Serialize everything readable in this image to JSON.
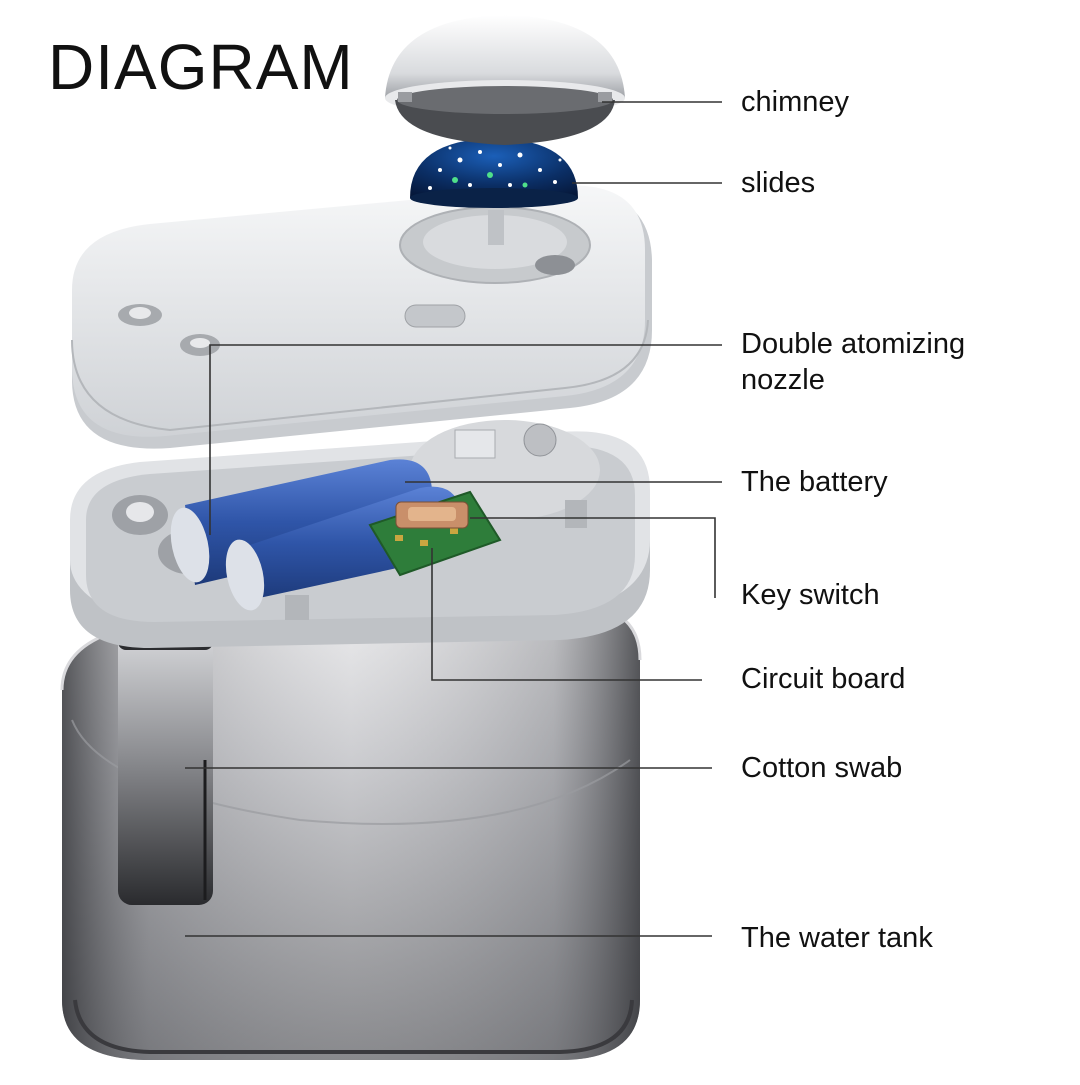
{
  "title": "DIAGRAM",
  "labels": {
    "chimney": "chimney",
    "slides": "slides",
    "nozzle_line1": "Double atomizing",
    "nozzle_line2": "nozzle",
    "battery": "The battery",
    "key_switch": "Key switch",
    "circuit_board": "Circuit board",
    "cotton_swab": "Cotton swab",
    "water_tank": "The water tank"
  },
  "colors": {
    "text": "#111111",
    "leader_line": "#333333",
    "shell_white": "#e9ebee",
    "battery_blue": "#2f55a8",
    "tank_smoke": "#6b6b70",
    "pcb_green": "#2e7d3a",
    "slides_blue": "#0b3b7a"
  }
}
